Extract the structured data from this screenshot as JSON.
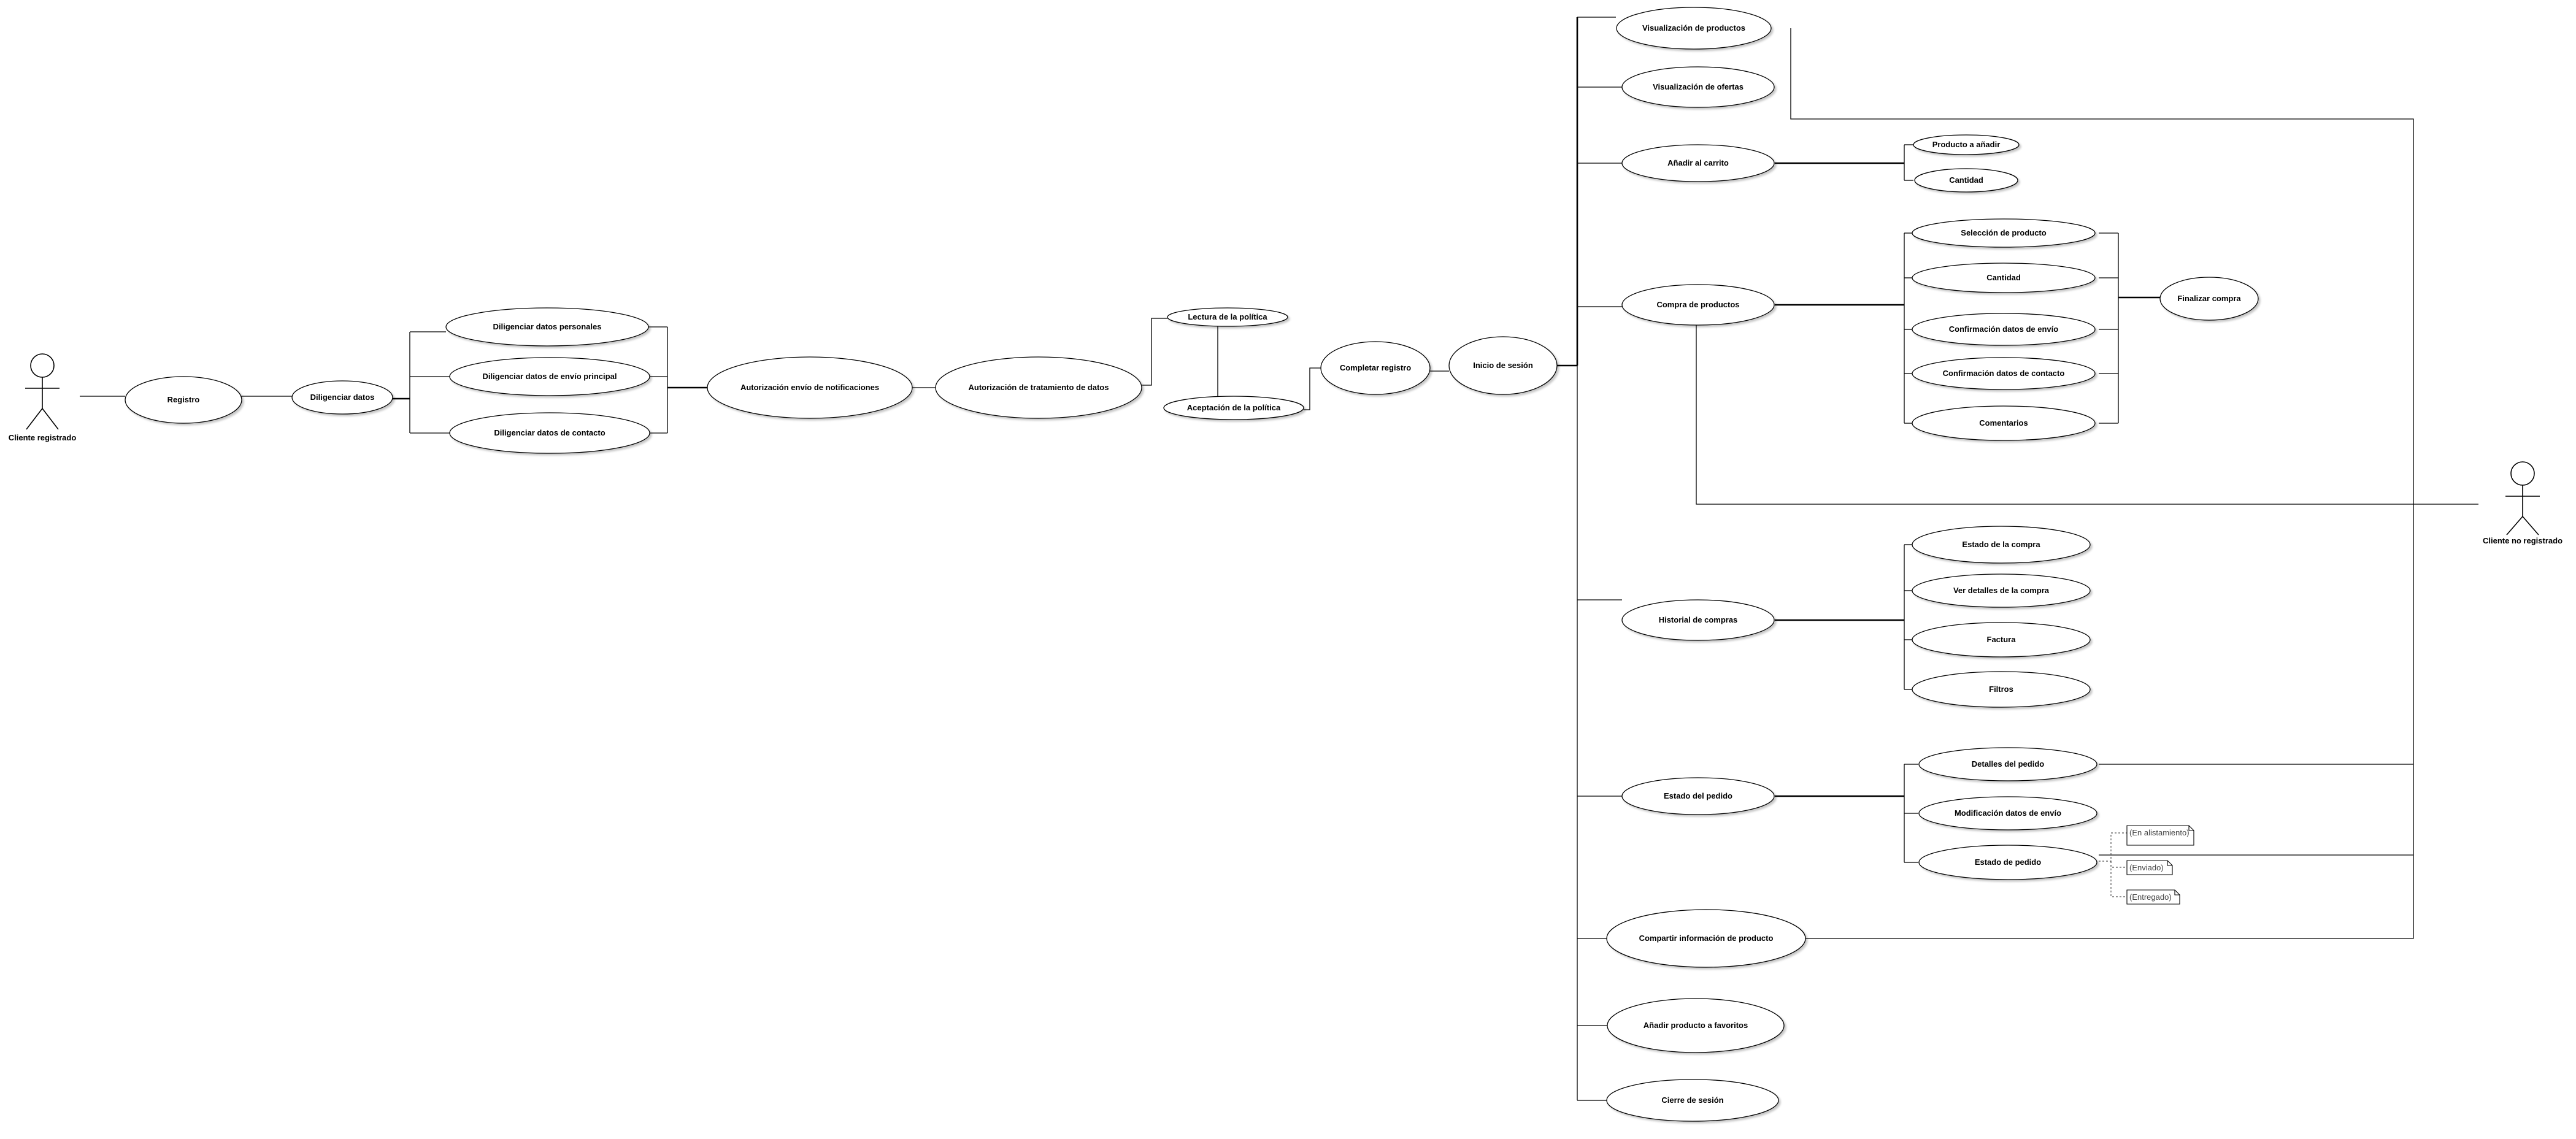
{
  "actors": {
    "registered": "Cliente registrado",
    "unregistered": "Cliente no registrado"
  },
  "use_cases": {
    "registro": "Registro",
    "diligenciar_datos": "Diligenciar datos",
    "datos_personales": "Diligenciar datos personales",
    "datos_envio_principal": "Diligenciar datos de envío principal",
    "datos_contacto": "Diligenciar datos de contacto",
    "autorizacion_notificaciones": "Autorización envío de notificaciones",
    "autorizacion_tratamiento": "Autorización de tratamiento de datos",
    "lectura_politica": "Lectura de la política",
    "aceptacion_politica": "Aceptación de la política",
    "completar_registro": "Completar registro",
    "inicio_sesion": "Inicio de sesión",
    "visualizacion_productos": "Visualización de productos",
    "visualizacion_ofertas": "Visualización de ofertas",
    "anadir_carrito": "Añadir al carrito",
    "producto_anadir": "Producto a añadir",
    "cantidad_carrito": "Cantidad",
    "compra_productos": "Compra de productos",
    "seleccion_producto": "Selección de producto",
    "cantidad_compra": "Cantidad",
    "confirmacion_envio": "Confirmación datos de envío",
    "confirmacion_contacto": "Confirmación datos de contacto",
    "comentarios": "Comentarios",
    "finalizar_compra": "Finalizar compra",
    "historial_compras": "Historial de compras",
    "estado_compra": "Estado de la compra",
    "ver_detalles_compra": "Ver detalles de la compra",
    "factura": "Factura",
    "filtros": "Filtros",
    "estado_del_pedido": "Estado del pedido",
    "detalles_pedido": "Detalles del pedido",
    "modificacion_envio": "Modificación datos de envío",
    "estado_de_pedido": "Estado de pedido",
    "compartir_informacion": "Compartir información de producto",
    "anadir_favoritos": "Añadir producto a favoritos",
    "cierre_sesion": "Cierre de sesión"
  },
  "notes": {
    "alistamiento": "(En alistamiento)",
    "enviado": "(Enviado)",
    "entregado": "(Entregado)"
  }
}
